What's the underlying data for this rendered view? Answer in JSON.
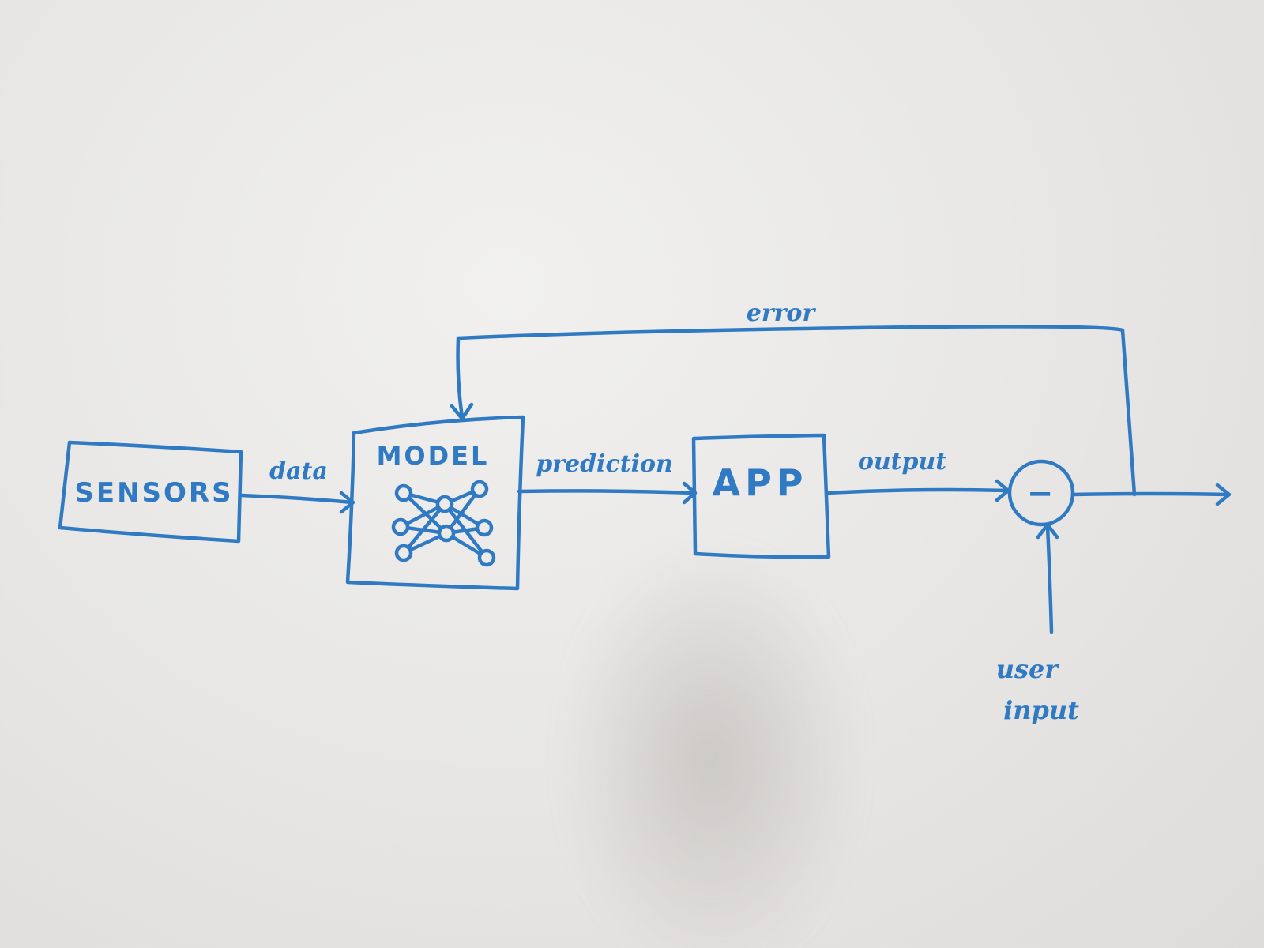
{
  "ink_color": "#2f7ac2",
  "boxes": {
    "sensors": "SENSORS",
    "model": "MODEL",
    "app": "APP"
  },
  "edges": {
    "data": "data",
    "prediction": "prediction",
    "output": "output",
    "error": "error",
    "user_input_line1": "user",
    "user_input_line2": "input"
  },
  "comparator": {
    "symbol": "−"
  },
  "icons": {
    "model_icon": "neural-network-icon"
  }
}
